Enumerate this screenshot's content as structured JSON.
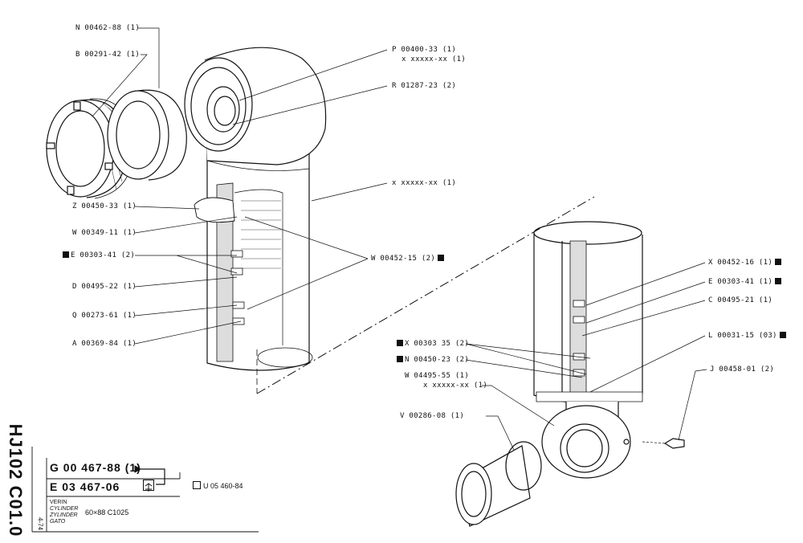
{
  "labels": {
    "n00462": "N 00462-88 (1)",
    "b00291": "B 00291-42 (1)",
    "p00400": "P 00400-33 (1)",
    "xp": "x xxxxx-xx (1)",
    "r01287": "R 01287-23 (2)",
    "xbody": "x xxxxx-xx (1)",
    "z00450": "Z 00450-33 (1)",
    "w00349": "W 00349-11 (1)",
    "e00303a": "E 00303-41 (2)",
    "w00452": "W 00452-15 (2)",
    "d00495": "D 00495-22 (1)",
    "q00273": "Q 00273-61 (1)",
    "a00369": "A 00369-84 (1)",
    "x00452": "X 00452-16 (1)",
    "e00303b": "E 00303-41 (1)",
    "c00495": "C 00495-21 (1)",
    "l00031": "L 00031-15 (03)",
    "x00303": "X 00303 35 (2)",
    "n00450": "N 00450-23 (2)",
    "w04495": "W 04495-55 (1)",
    "xeye": "x xxxxx-xx (1)",
    "j00458": "J 00458-01 (2)",
    "v00286": "V 00286-08 (1)"
  },
  "title_block": {
    "side_code": "HJ102 C01.0",
    "date": "4-74",
    "part_number": "G 00 467-88  (1)",
    "drawing_number": "E 03 467-06",
    "ref": "U 05 460-84",
    "names": [
      "VERIN",
      "CYLINDER",
      "ZYLINDER",
      "GATO"
    ],
    "size": "60×88  C1025"
  }
}
